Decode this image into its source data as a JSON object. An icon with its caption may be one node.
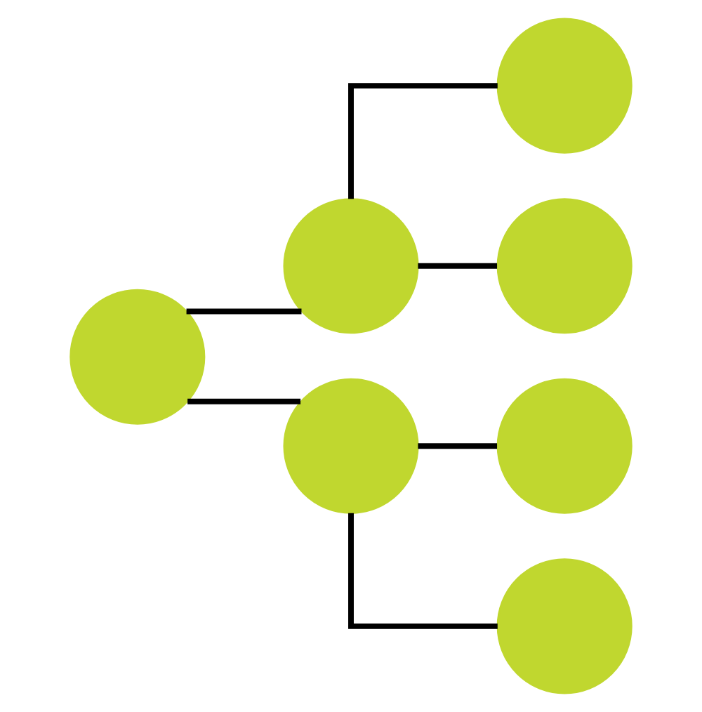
{
  "diagram": {
    "nodes": [
      {
        "text": [],
        "shape": "circle"
      },
      {
        "text": [],
        "shape": "circle"
      },
      {
        "text": [],
        "shape": "circle"
      },
      {
        "text": [],
        "shape": "circle"
      },
      {
        "text": [],
        "shape": "circle"
      },
      {
        "text": [],
        "shape": "circle"
      },
      {
        "text": [],
        "shape": "circle"
      }
    ],
    "edges": [
      {
        "from": 0,
        "to": 1,
        "arrow": "none"
      },
      {
        "from": 0,
        "to": 2,
        "arrow": "none"
      },
      {
        "from": 1,
        "to": 3,
        "arrow": "none"
      },
      {
        "from": 1,
        "to": 4,
        "arrow": "none"
      },
      {
        "from": 2,
        "to": 5,
        "arrow": "none"
      },
      {
        "from": 2,
        "to": 6,
        "arrow": "none"
      }
    ]
  }
}
